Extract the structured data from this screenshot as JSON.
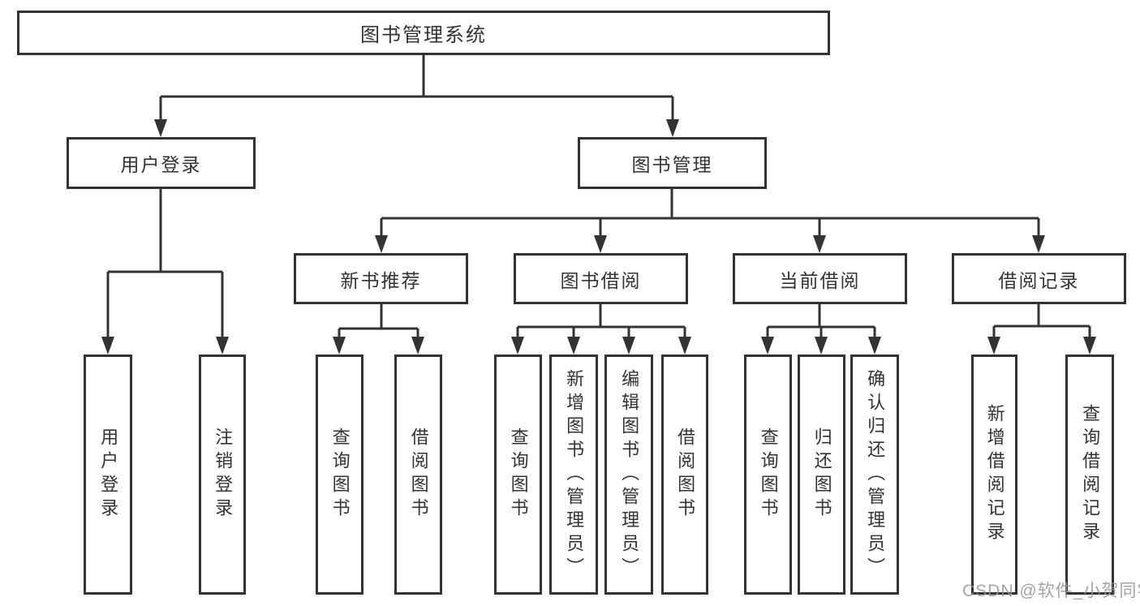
{
  "diagram": {
    "type": "hierarchy",
    "root": {
      "label": "图书管理系统",
      "children": [
        {
          "label": "用户登录",
          "children": [
            {
              "label": "用户登录"
            },
            {
              "label": "注销登录"
            }
          ]
        },
        {
          "label": "图书管理",
          "children": [
            {
              "label": "新书推荐",
              "children": [
                {
                  "label": "查询图书"
                },
                {
                  "label": "借阅图书"
                }
              ]
            },
            {
              "label": "图书借阅",
              "children": [
                {
                  "label": "查询图书"
                },
                {
                  "label": "新增图书（管理员）"
                },
                {
                  "label": "编辑图书（管理员）"
                },
                {
                  "label": "借阅图书"
                }
              ]
            },
            {
              "label": "当前借阅",
              "children": [
                {
                  "label": "查询图书"
                },
                {
                  "label": "归还图书"
                },
                {
                  "label": "确认归还（管理员）"
                }
              ]
            },
            {
              "label": "借阅记录",
              "children": [
                {
                  "label": "新增借阅记录"
                },
                {
                  "label": "查询借阅记录"
                }
              ]
            }
          ]
        }
      ]
    }
  },
  "watermark": {
    "text": "CSDN @软件_小贺同学"
  },
  "colors": {
    "line": "#333333",
    "text": "#333333",
    "background": "#ffffff",
    "watermark": "#949494"
  }
}
